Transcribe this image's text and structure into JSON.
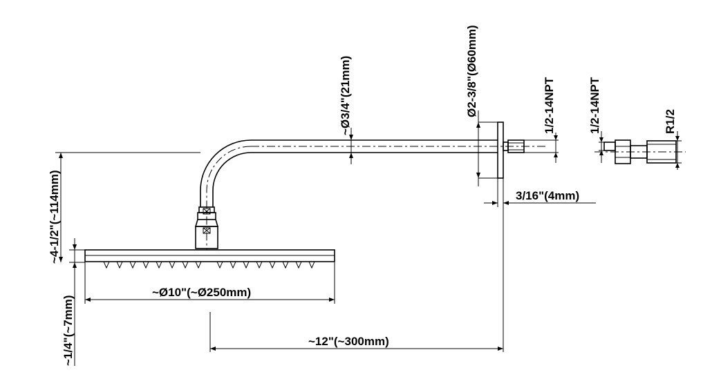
{
  "labels": {
    "arm_diameter": "~Ø3/4\"(21mm)",
    "flange_diameter": "Ø2-3/8\"(Ø60mm)",
    "thread_arm": "1/2-14NPT",
    "thread_adapter": "1/2-14NPT",
    "adapter_thread": "R1/2",
    "flange_thickness": "3/16\"(4mm)",
    "drop_height": "~4-1/2\"(~114mm)",
    "head_thickness": "~1/4\"(~7mm)",
    "head_diameter": "~Ø10\"(~Ø250mm)",
    "arm_length": "~12\"(~300mm)"
  },
  "style": {
    "line_color": "#000000",
    "background": "#ffffff"
  }
}
